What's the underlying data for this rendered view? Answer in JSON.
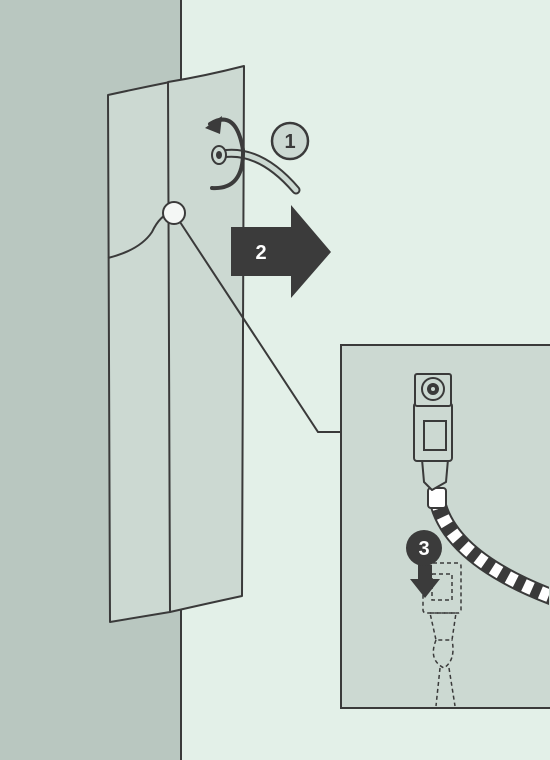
{
  "steps": [
    {
      "number": "1",
      "action": "rotate-counterclockwise",
      "style": "outlined"
    },
    {
      "number": "2",
      "action": "pull-out",
      "style": "filled-arrow"
    },
    {
      "number": "3",
      "action": "push-down",
      "style": "filled-circle"
    }
  ],
  "colors": {
    "background": "#e3f0e8",
    "wall": "#b9c7c0",
    "panel": "#ccd9d2",
    "outline": "#3a3a3a",
    "dark": "#3b3b3b",
    "circle_light": "#f4f7f5"
  }
}
